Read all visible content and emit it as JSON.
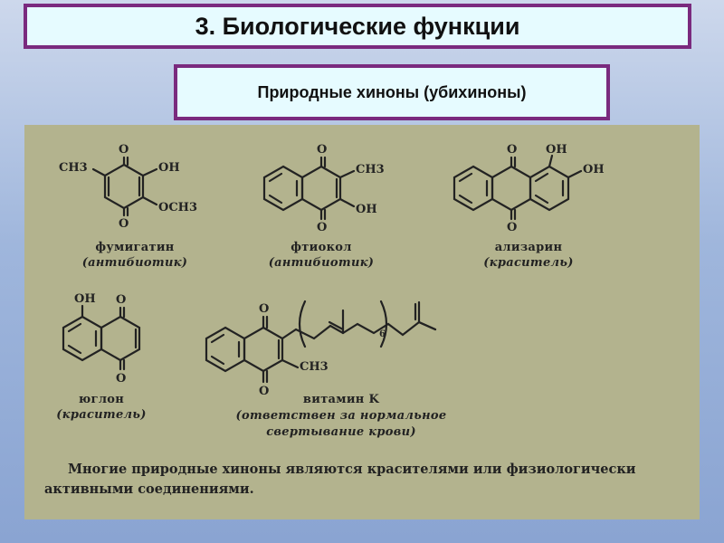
{
  "title": "3. Биологические функции",
  "subtitle": "Природные хиноны (убихиноны)",
  "groups": {
    "oh": "OH",
    "o": "O",
    "ch3": "CH3",
    "och3": "OCH3",
    "n6": "6"
  },
  "compounds": [
    {
      "name": "фумигатин",
      "role": "(антибиотик)"
    },
    {
      "name": "фтиокол",
      "role": "(антибиотик)"
    },
    {
      "name": "ализарин",
      "role": "(краситель)"
    },
    {
      "name": "юглон",
      "role": "(краситель)"
    },
    {
      "name": "витамин K",
      "role_line1": "(ответствен за нормальное",
      "role_line2": "свертывание крови)"
    }
  ],
  "footer": "Многие природные хиноны являются красителями или физиологически активными соединениями."
}
